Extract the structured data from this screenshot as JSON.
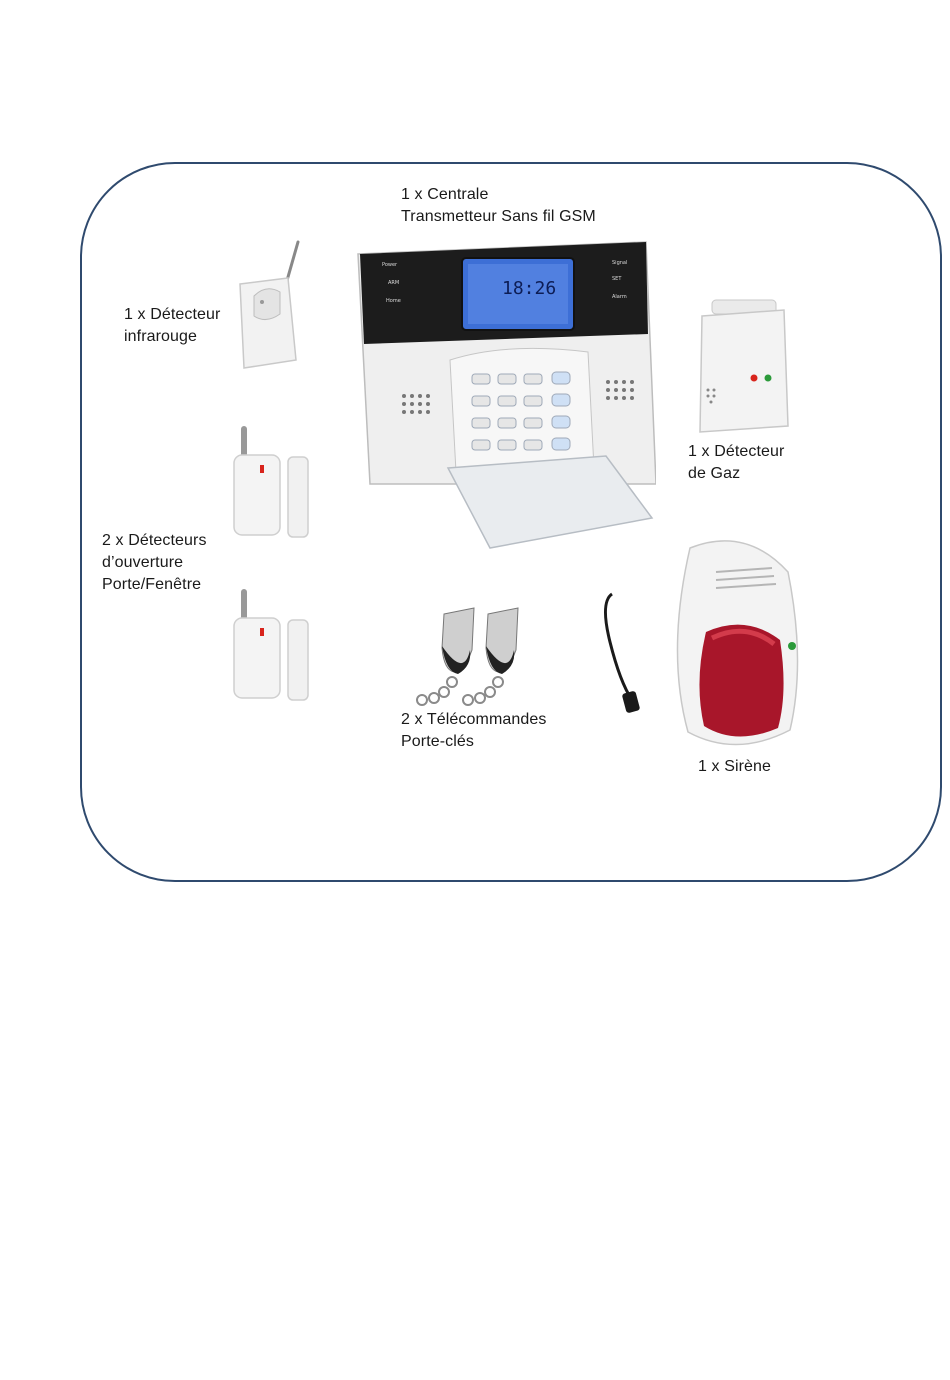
{
  "labels": {
    "central": [
      "1 x Centrale",
      "Transmetteur  Sans fil GSM"
    ],
    "pir": [
      "1 x Détecteur",
      "infrarouge"
    ],
    "door": [
      "2 x Détecteurs",
      "d’ouverture",
      "Porte/Fenêtre"
    ],
    "gas": [
      "1 x Détecteur",
      "de Gaz"
    ],
    "remote": [
      "2 x Télécommandes",
      "Porte-clés"
    ],
    "siren": [
      "1 x Sirène"
    ]
  },
  "panel": {
    "lcd_time": "18:26",
    "left_keys": [
      "Power",
      "ARM",
      "Home"
    ],
    "right_keys": [
      "Signal",
      "SET",
      "Alarm"
    ]
  },
  "colors": {
    "frame_border": "#2f4a6e",
    "lcd": "#3d6fd6",
    "siren_red": "#a8162a",
    "led_red": "#d8241c",
    "led_green": "#2b9a3a"
  }
}
